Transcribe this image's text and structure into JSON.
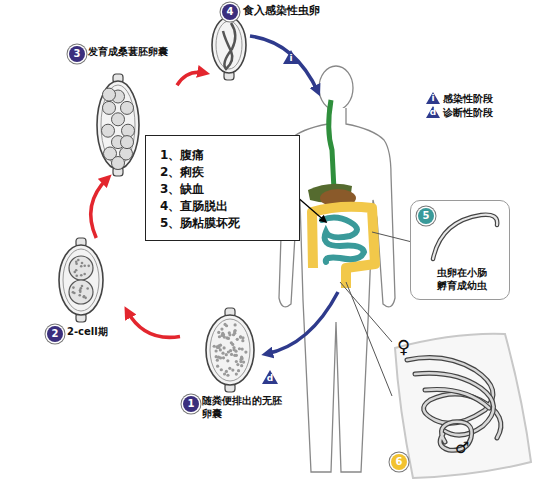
{
  "diagram": {
    "nodes": [
      {
        "text": [
          "4",
          "食入感染性虫卵"
        ]
      },
      {
        "text": [
          "3",
          "发育成桑葚胚卵囊"
        ]
      },
      {
        "text": [
          "2",
          "2-cell期"
        ]
      },
      {
        "text": [
          "1",
          "随粪便排出的无胚卵囊"
        ]
      },
      {
        "text": [
          "1、腹痛",
          "2、痢疾",
          "3、缺血",
          "4、直肠脱出",
          "5、肠粘膜坏死"
        ]
      },
      {
        "text": [
          "5",
          "虫卵在小肠孵育成幼虫"
        ]
      },
      {
        "text": [
          "♀",
          "♂",
          "6"
        ]
      }
    ],
    "edges": [
      {
        "from": 3,
        "to": 2,
        "arrow": "to"
      },
      {
        "from": 2,
        "to": 1,
        "arrow": "to"
      },
      {
        "from": 1,
        "to": 0,
        "arrow": "to"
      }
    ],
    "labels": [
      "i",
      "i",
      "d",
      "d"
    ],
    "legend": [
      {
        "text": "感染性阶段"
      },
      {
        "text": "诊断性阶段"
      }
    ]
  }
}
